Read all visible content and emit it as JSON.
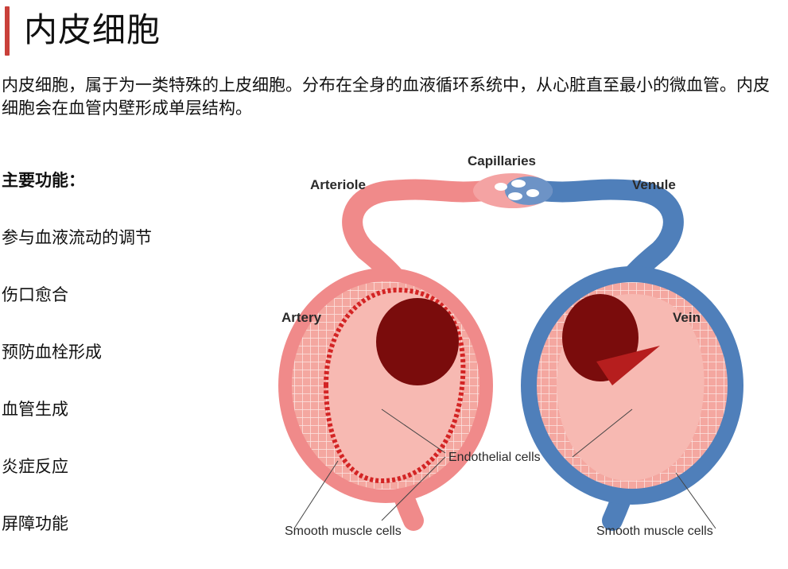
{
  "header": {
    "title": "内皮细胞"
  },
  "intro": "内皮细胞，属于为一类特殊的上皮细胞。分布在全身的血液循环系统中，从心脏直至最小的微血管。内皮细胞会在血管内壁形成单层结构。",
  "functions": {
    "heading": "主要功能：",
    "items": [
      "参与血液流动的调节",
      "伤口愈合",
      "预防血栓形成",
      "血管生成",
      "炎症反应",
      "屏障功能"
    ]
  },
  "diagram": {
    "labels": {
      "capillaries": "Capillaries",
      "arteriole": "Arteriole",
      "venule": "Venule",
      "artery": "Artery",
      "vein": "Vein",
      "endothelial": "Endothelial cells",
      "smooth_left": "Smooth muscle cells",
      "smooth_right": "Smooth muscle cells"
    },
    "colors": {
      "artery_outer": "#f08a8a",
      "artery_inner": "#f7b9b2",
      "vein_outer": "#4f7fba",
      "lumen": "#7a0c0c",
      "wall_red": "#d32424"
    }
  }
}
